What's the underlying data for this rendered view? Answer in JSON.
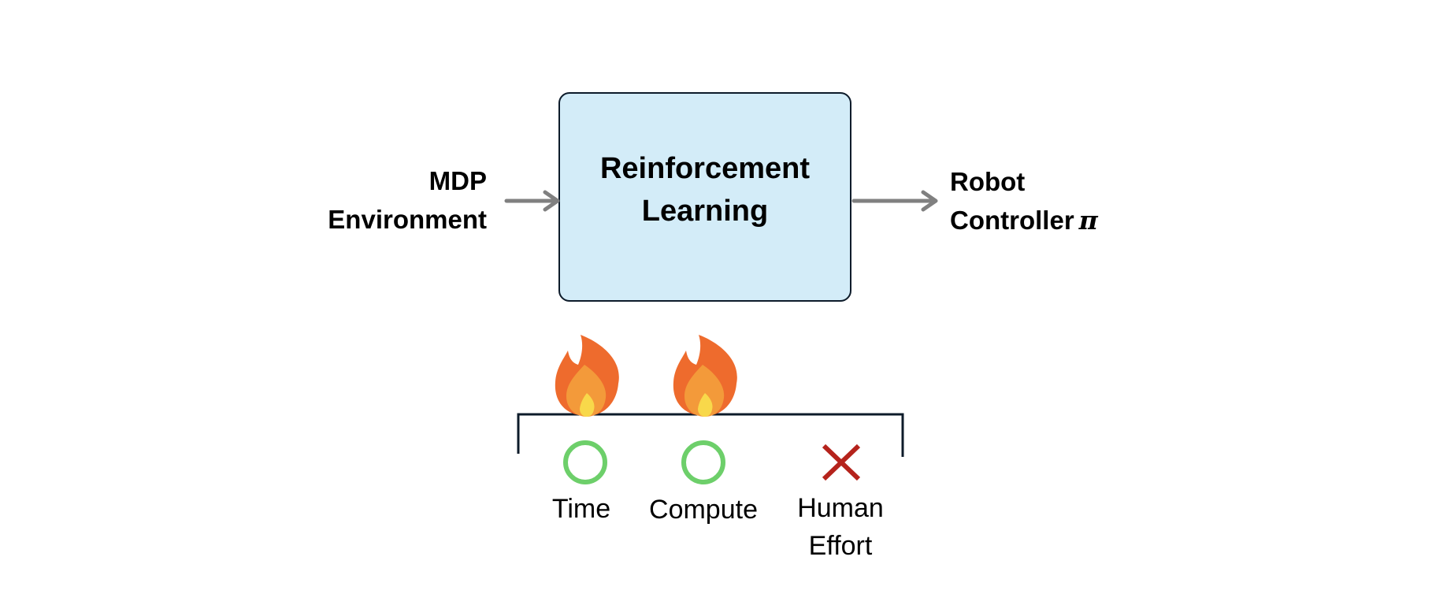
{
  "input": {
    "line1": "MDP",
    "line2": "Environment"
  },
  "process": {
    "line1": "Reinforcement",
    "line2": "Learning"
  },
  "output": {
    "line1": "Robot",
    "line2": "Controller",
    "symbol": "π"
  },
  "costs": [
    {
      "label_lines": [
        "Time"
      ],
      "status": "yes",
      "icon": "circle-icon",
      "highlighted": true
    },
    {
      "label_lines": [
        "Compute"
      ],
      "status": "yes",
      "icon": "circle-icon",
      "highlighted": true
    },
    {
      "label_lines": [
        "Human",
        "Effort"
      ],
      "status": "no",
      "icon": "cross-icon",
      "highlighted": false
    }
  ],
  "colors": {
    "box_fill": "#d3ecf8",
    "box_border": "#0d1b2a",
    "arrow": "#808080",
    "check_circle": "#6dcf6a",
    "cross": "#b5231c",
    "flame_outer": "#ee6b2d",
    "flame_mid": "#f39a3a",
    "flame_inner": "#f8d84a"
  }
}
